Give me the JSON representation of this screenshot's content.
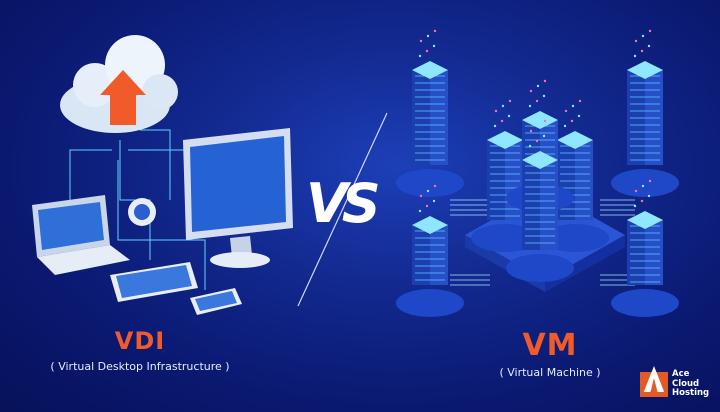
{
  "divider_label": "VS",
  "left": {
    "title": "VDI",
    "subtitle": "( Virtual Desktop Infrastructure )"
  },
  "right": {
    "title": "VM",
    "subtitle": "( Virtual Machine )"
  },
  "logo": {
    "line1": "Ace",
    "line2": "Cloud",
    "line3": "Hosting"
  },
  "colors": {
    "accent": "#f15a29",
    "background": "#0a1870",
    "logo": "#e25a24"
  }
}
